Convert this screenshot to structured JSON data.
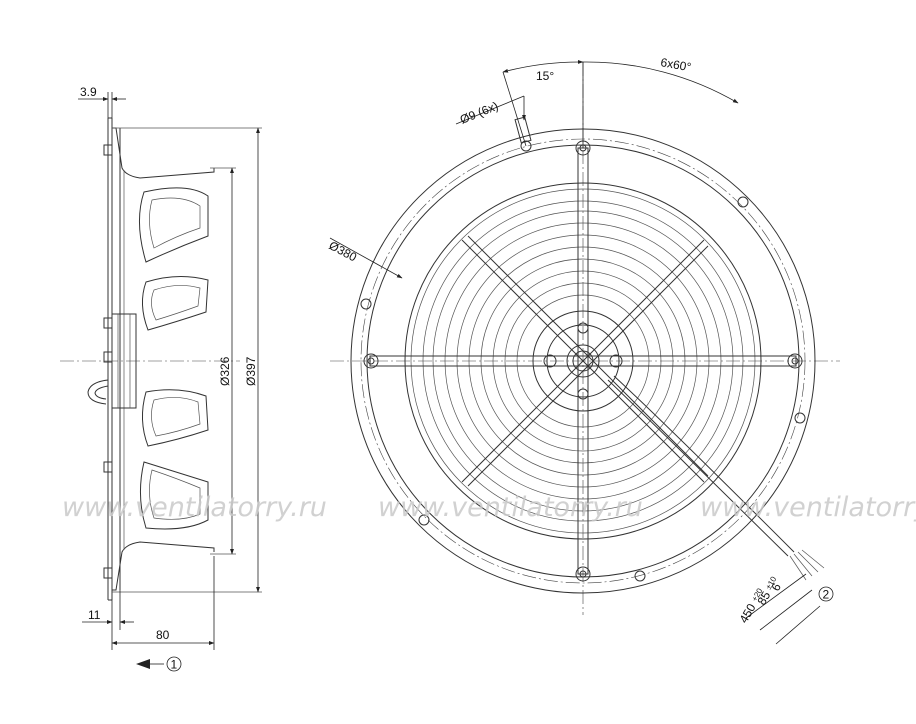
{
  "side_view": {
    "dim_flange": "3.9",
    "dim_inner_diameter": "Ø326",
    "dim_outer_diameter": "Ø397",
    "dim_offset": "11",
    "dim_depth": "80",
    "view_marker": "1"
  },
  "front_view": {
    "dim_angle": "15°",
    "dim_pattern": "6x60°",
    "dim_holes": "Ø9 (6x)",
    "dim_bolt_circle": "Ø380",
    "dim_cable_6": "6",
    "dim_cable_85": "85",
    "dim_cable_85_tol": "±10",
    "dim_cable_450": "450",
    "dim_cable_450_tol": "+20",
    "cable_marker": "2"
  },
  "watermark": {
    "text": "www.ventilatorry.ru"
  }
}
